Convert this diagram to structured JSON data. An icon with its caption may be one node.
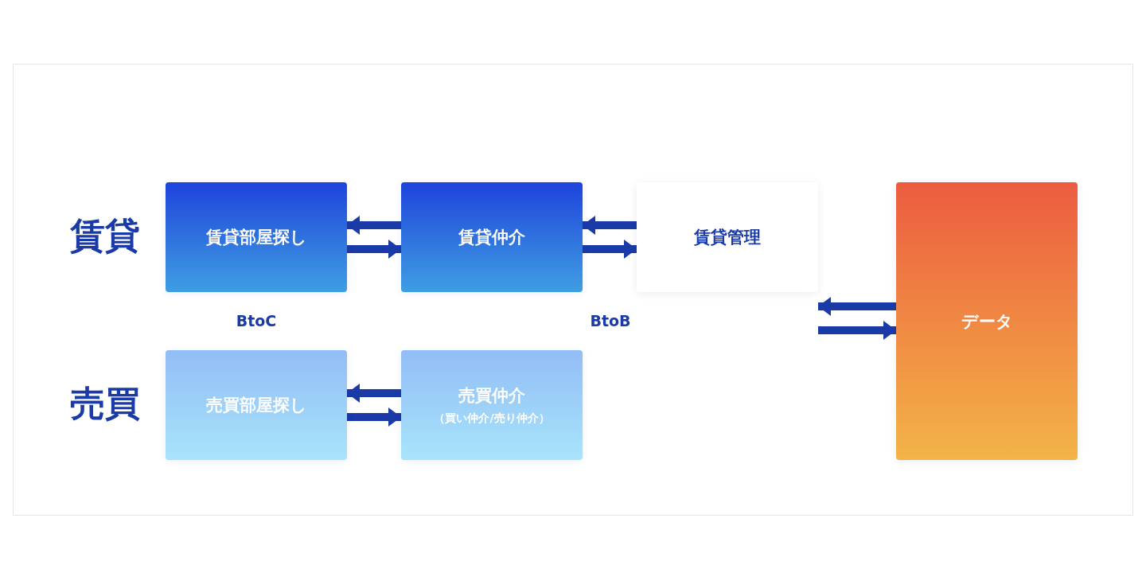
{
  "diagram": {
    "nodes": [
      {
        "text": [
          "賃貸部屋探し"
        ]
      },
      {
        "text": [
          "賃貸仲介"
        ]
      },
      {
        "text": [
          "賃貸管理"
        ]
      },
      {
        "text": [
          "売買部屋探し"
        ]
      },
      {
        "text": [
          "売買仲介",
          "（買い仲介/売り仲介）"
        ]
      },
      {
        "text": [
          "データ"
        ]
      }
    ],
    "edges": [
      {
        "from": 1,
        "to": 0,
        "arrow": "to"
      },
      {
        "from": 0,
        "to": 1,
        "arrow": "to"
      },
      {
        "from": 2,
        "to": 1,
        "arrow": "to"
      },
      {
        "from": 1,
        "to": 2,
        "arrow": "to"
      },
      {
        "from": 4,
        "to": 3,
        "arrow": "to"
      },
      {
        "from": 3,
        "to": 4,
        "arrow": "to"
      },
      {
        "from": 5,
        "to": 2,
        "arrow": "to"
      },
      {
        "from": 2,
        "to": 5,
        "arrow": "to"
      }
    ],
    "labels": [
      "賃貸",
      "BtoC",
      "BtoB",
      "売買"
    ]
  }
}
